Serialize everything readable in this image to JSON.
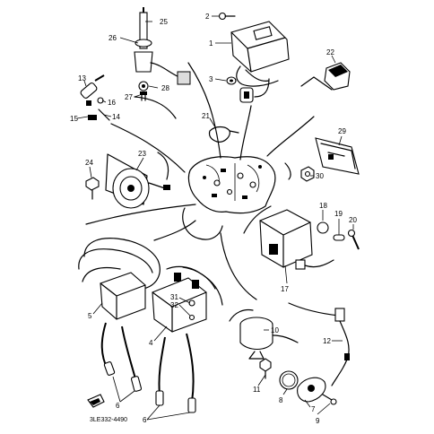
{
  "diagram": {
    "code": "3LE332-4490",
    "part_labels": [
      "1",
      "2",
      "3",
      "4",
      "5",
      "6",
      "6",
      "7",
      "8",
      "9",
      "10",
      "11",
      "12",
      "13",
      "14",
      "15",
      "16",
      "17",
      "18",
      "19",
      "20",
      "21",
      "22",
      "23",
      "24",
      "25",
      "26",
      "27",
      "28",
      "29",
      "30",
      "31",
      "32"
    ]
  }
}
